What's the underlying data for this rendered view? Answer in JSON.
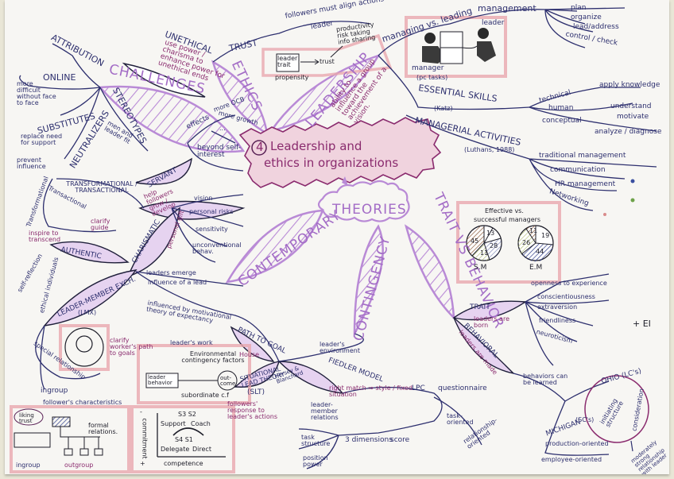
{
  "center": {
    "number": "4",
    "line1": "Leadership and",
    "line2": "ethics in organizations"
  },
  "branches": {
    "challenges": {
      "label": "CHALLENGES",
      "items": {
        "attribution": "ATTRIBUTION",
        "online": "ONLINE",
        "online_note": "more difficult without face to face",
        "substitutes": "SUBSTITUTES",
        "substitutes_note": "replace need for support",
        "neutralizers": "NEUTRALIZERS",
        "neutralizers_note": "prevent influence",
        "stereotypes": "STEREOTYPES",
        "stereotypes_note": "men and leader fit"
      }
    },
    "ethics": {
      "label": "ETHICS",
      "unethical": "UNETHICAL",
      "unethical_note": "use power / charisma to enhance power for unethical ends",
      "trust": "TRUST",
      "trust_note": "followers must align actions",
      "leader": "leader",
      "trust_box": {
        "leader_trait": "leader trait",
        "arrow_to": "trust",
        "propensity": "propensity",
        "outcomes": "productivity risk taking info sharing"
      },
      "effects": "effects",
      "effects_items": [
        "more OCB",
        "more growth",
        "..."
      ],
      "beyond": "beyond self-interest"
    },
    "leadership": {
      "label": "LEADERSHIP",
      "definition": "ability to influence a group toward the achievement of a vision.",
      "managing_vs_leading": "managing vs. leading",
      "management": "management",
      "management_items": [
        "plan",
        "organize",
        "lead/address",
        "control / check"
      ],
      "manager_label": "manager",
      "manager_sub": "(pc tasks)",
      "leader_label": "leader",
      "essential_skills": "ESSENTIAL SKILLS",
      "essential_skills_sub": "(Katz)",
      "skills": [
        {
          "name": "technical",
          "detail": "apply knowledge"
        },
        {
          "name": "human",
          "detail": "understand",
          "detail2": "motivate"
        },
        {
          "name": "conceptual",
          "detail": "analyze / diagnose"
        }
      ],
      "managerial_activities": "MANAGERIAL ACTIVITIES",
      "managerial_activities_sub": "(Luthans, 1988)",
      "activities": [
        "traditional management",
        "communication",
        "HR management",
        "Networking"
      ],
      "activity_dots": [
        "#3a4fa0",
        "#6ea24a",
        "#d98b8b"
      ]
    },
    "theories": {
      "label": "THEORIES",
      "contemporary": {
        "label": "CONTEMPORARY",
        "servant": "SERVANT",
        "servant_note": "help followers grow / develop",
        "transformational": "TRANSFORMATIONAL / TRANSACTIONAL",
        "transformational_note": "Transformational",
        "inspire": "inspire to transcend",
        "transactional_note": "Transactional",
        "clarify": "clarify guide",
        "authentic": "AUTHENTIC",
        "self_reflection": "self-reflection",
        "ethical_individual": "ethical individuals",
        "charismatic": "CHARISMATIC",
        "charismatic_sub": "personal gift",
        "charisma_items": [
          "vision",
          "personal risks",
          "sensitivity",
          "unconventional behav."
        ],
        "leaders_emerge": "leaders emerge",
        "influence": "influence of a lead",
        "lmx": "LEADER-MEMBER EXCH.",
        "lmx_sub": "(LMX)",
        "special_relationship": "special relationship",
        "ingroup": "ingroup",
        "followers_chars": "follower's characteristics"
      },
      "contingency": {
        "label": "CONTINGENCY",
        "path_goal": "PATH TO GOAL",
        "path_goal_sub": "House",
        "influenced_by": "influenced by motivational theory of expectancy",
        "leaders_work": "leader's work",
        "clarify_path": "clarify worker's path to goals",
        "env_factors": "Environmental contingency factors",
        "leader_behavior": "leader behavior",
        "outcome": "out-come",
        "subordinate": "subordinate c.f",
        "leaders_environment": "leader's environment",
        "slt": "SITUATIONAL LEAD THEORY",
        "slt_abbr": "(SLT)",
        "slt_authors": "Hersey & Blanchard",
        "followers_response": "followers' response to leader's actions",
        "fiedler": "FIEDLER MODEL",
        "right_match": "right match ⇒ style / fixed situation",
        "lpc": "LPC",
        "questionnaire": "questionnaire",
        "task_oriented": "task-oriented",
        "relationship_oriented": "relationship-oriented",
        "leader_member": "leader-member relations",
        "task_structure": "task structure",
        "position_power": "position power",
        "three_dimensions": "3 dimensions",
        "score": "score"
      },
      "trait_vs_behavior": {
        "label": "TRAIT VS BEHAVIOR",
        "trait": "TRAIT",
        "trait_note": "leaders are born",
        "traits": [
          "openness to experience",
          "conscientiousness",
          "extraversion",
          "friendliness",
          "neuroticism"
        ],
        "plus_ei": "+ EI",
        "behavioral": "BEHAVIORAL",
        "behavioral_note": "leaders are made",
        "behaviors_learned": "behaviors can be learned",
        "ohio": "OHIO (LC's)",
        "initiating": "initiating structure",
        "consideration": "consideration",
        "ohio_note": "moderately strong relationship with leader",
        "michigan": "MICHIGAN",
        "michigan_sub": "(SC's)",
        "production": "production-oriented",
        "employee": "employee-oriented"
      }
    }
  },
  "effective_vs_successful": {
    "title_line1": "Effective vs.",
    "title_line2": "successful managers",
    "sm_label": "S.M",
    "em_label": "E.M",
    "sm_values": [
      "45",
      "13",
      "28",
      "11"
    ],
    "em_values": [
      "11",
      "19",
      "44",
      "26"
    ]
  },
  "slt_grid": {
    "y_label": "commitment",
    "x_label": "competence",
    "top": "S3   S2",
    "support": "Support",
    "coach": "Coach",
    "bottom": "S4   S1",
    "delegate": "Delegate",
    "direct": "Direct",
    "minus": "-",
    "plus": "+"
  },
  "lmx_box": {
    "trust_label": "liking trust",
    "formal": "formal relations.",
    "ingroup": "ingroup",
    "outgroup": "outgroup"
  }
}
